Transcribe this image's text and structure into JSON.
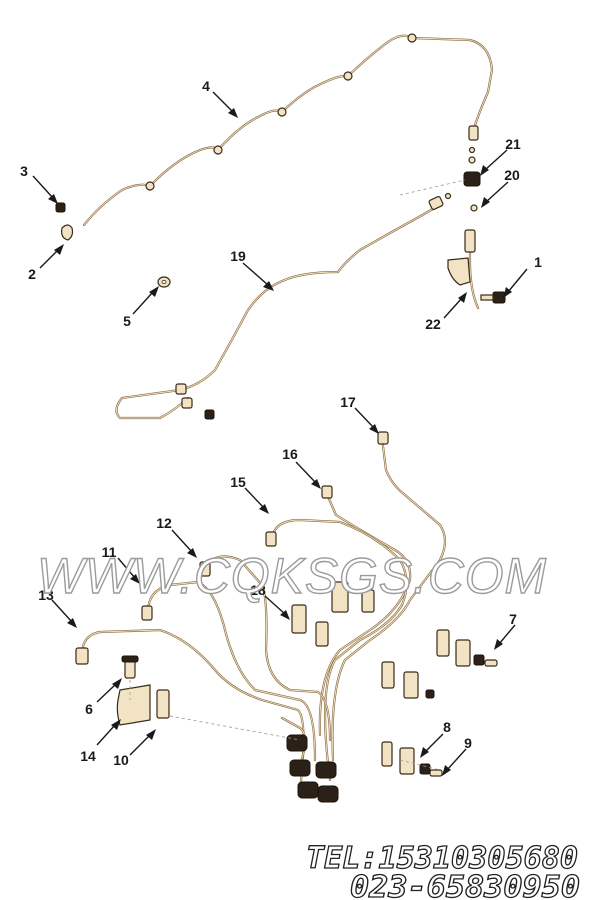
{
  "callouts": [
    {
      "id": "1",
      "label": "1"
    },
    {
      "id": "2",
      "label": "2"
    },
    {
      "id": "3",
      "label": "3"
    },
    {
      "id": "4",
      "label": "4"
    },
    {
      "id": "5",
      "label": "5"
    },
    {
      "id": "6",
      "label": "6"
    },
    {
      "id": "7",
      "label": "7"
    },
    {
      "id": "8",
      "label": "8"
    },
    {
      "id": "9",
      "label": "9"
    },
    {
      "id": "10",
      "label": "10"
    },
    {
      "id": "11",
      "label": "11"
    },
    {
      "id": "12",
      "label": "12"
    },
    {
      "id": "13",
      "label": "13"
    },
    {
      "id": "14",
      "label": "14"
    },
    {
      "id": "15",
      "label": "15"
    },
    {
      "id": "16",
      "label": "16"
    },
    {
      "id": "17",
      "label": "17"
    },
    {
      "id": "18",
      "label": "18"
    },
    {
      "id": "19",
      "label": "19"
    },
    {
      "id": "20",
      "label": "20"
    },
    {
      "id": "21",
      "label": "21"
    },
    {
      "id": "22",
      "label": "22"
    }
  ],
  "watermark": "WWW.CQKSGS.COM",
  "contact": {
    "phone": "TEL:15310305680",
    "landline": "023-65830950"
  },
  "colors": {
    "pipe": "#8a6a40",
    "part_fill": "#f1e3c4",
    "outline": "#3a2a18",
    "text": "#1a1a1a"
  }
}
